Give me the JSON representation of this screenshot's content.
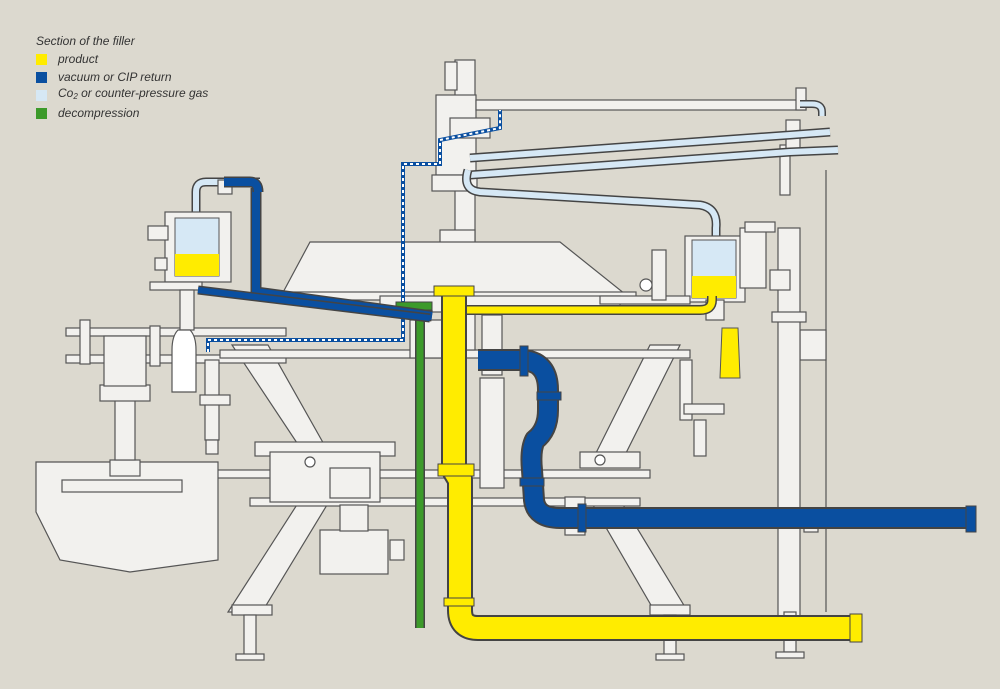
{
  "legend": {
    "title": "Section of the filler",
    "items": [
      {
        "label": "product",
        "color": "#ffec00"
      },
      {
        "label": "vacuum or CIP return",
        "color": "#0a4fa0"
      },
      {
        "label_prefix": "Co",
        "label_sub": "2",
        "label_suffix": " or counter-pressure gas",
        "color": "#d6e8f5"
      },
      {
        "label": "decompression",
        "color": "#3c9a2a"
      }
    ]
  },
  "colors": {
    "background": "#dcd9cf",
    "machine_fill": "#f2f1ee",
    "machine_stroke": "#555555",
    "product": "#ffec00",
    "vacuum": "#0a4fa0",
    "gas": "#d6e8f5",
    "decompression": "#3c9a2a"
  }
}
